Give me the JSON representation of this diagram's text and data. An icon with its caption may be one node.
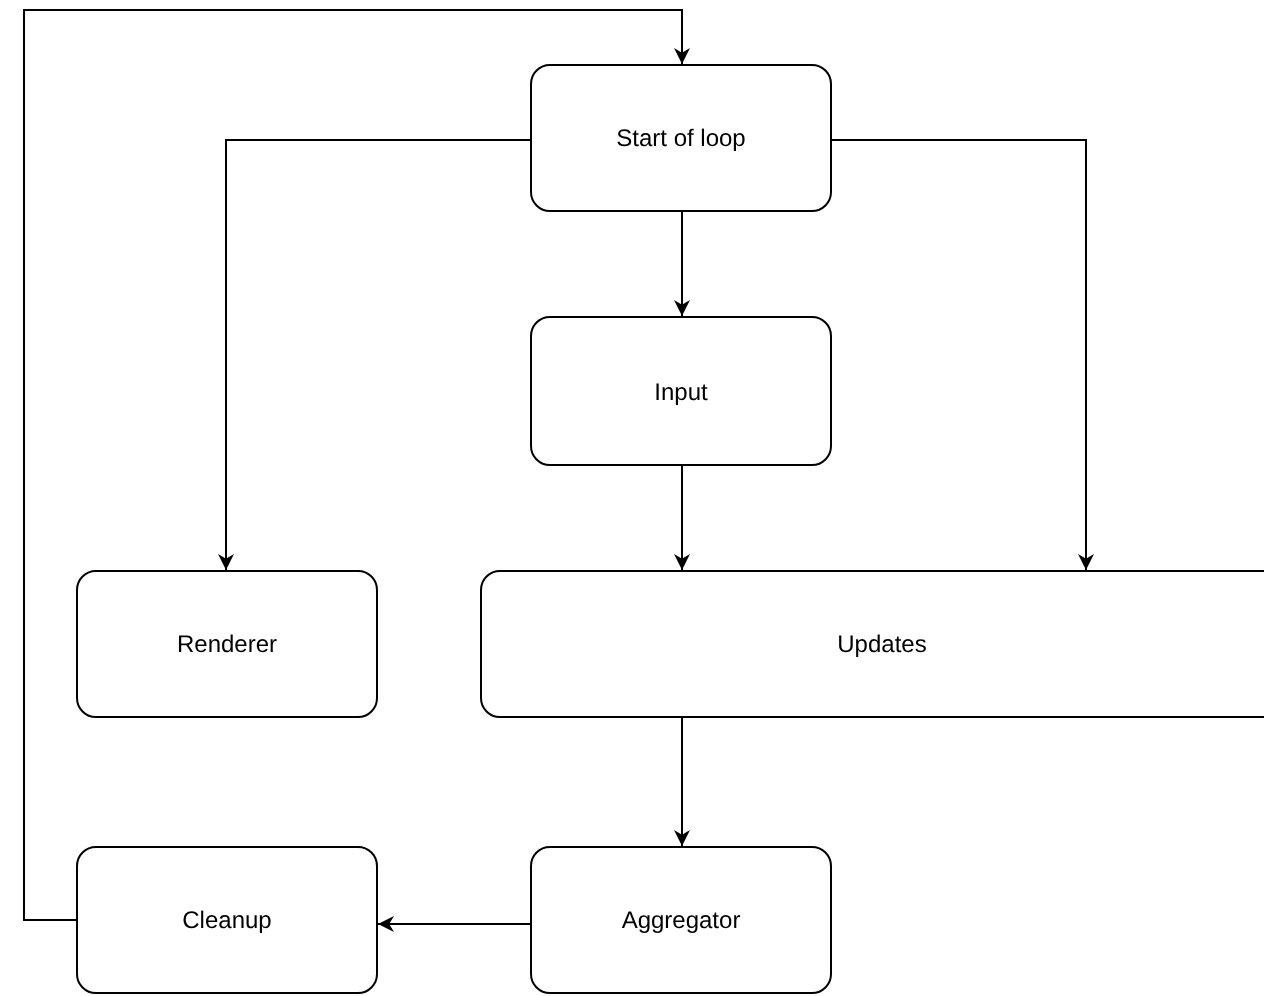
{
  "diagram": {
    "nodes": [
      {
        "text": [
          "Start of loop"
        ]
      },
      {
        "text": [
          "Input"
        ]
      },
      {
        "text": [
          "Renderer"
        ]
      },
      {
        "text": [
          "Updates"
        ]
      },
      {
        "text": [
          "Cleanup"
        ]
      },
      {
        "text": [
          "Aggregator"
        ]
      }
    ],
    "edges": [
      {
        "from": 0,
        "to": 1,
        "arrow": "to"
      },
      {
        "from": 0,
        "to": 2,
        "arrow": "to"
      },
      {
        "from": 0,
        "to": 3,
        "arrow": "to"
      },
      {
        "from": 1,
        "to": 3,
        "arrow": "to"
      },
      {
        "from": 3,
        "to": 5,
        "arrow": "to"
      },
      {
        "from": 5,
        "to": 4,
        "arrow": "to"
      },
      {
        "from": 4,
        "to": 0,
        "arrow": "to"
      }
    ]
  }
}
